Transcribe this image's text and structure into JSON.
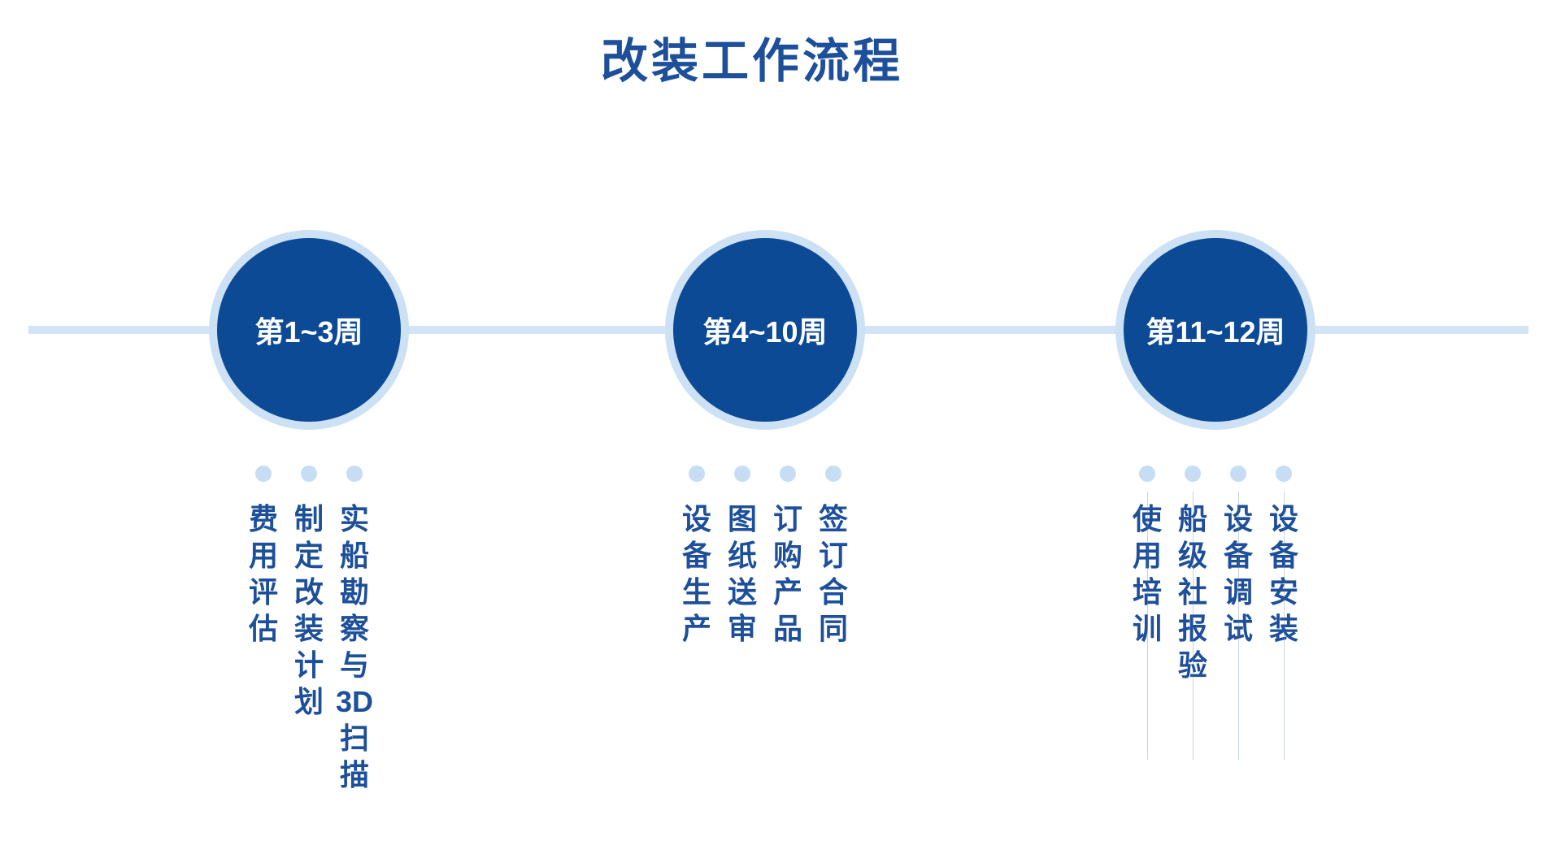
{
  "title": "改装工作流程",
  "colors": {
    "circle_fill": "#0d4a96",
    "text_blue": "#1d4f9a",
    "light_blue": "#cde1f4",
    "dot_blue": "#c6ddf3"
  },
  "stages": [
    {
      "period": "第1~3周",
      "tasks": [
        {
          "label": "实船勘察与3D扫描",
          "cells": [
            "实",
            "船",
            "勘",
            "察",
            "与",
            "3D",
            "扫",
            "描"
          ]
        },
        {
          "label": "制定改装计划",
          "cells": [
            "制",
            "定",
            "改",
            "装",
            "计",
            "划"
          ]
        },
        {
          "label": "费用评估",
          "cells": [
            "费",
            "用",
            "评",
            "估"
          ]
        }
      ]
    },
    {
      "period": "第4~10周",
      "tasks": [
        {
          "label": "签订合同",
          "cells": [
            "签",
            "订",
            "合",
            "同"
          ]
        },
        {
          "label": "订购产品",
          "cells": [
            "订",
            "购",
            "产",
            "品"
          ]
        },
        {
          "label": "图纸送审",
          "cells": [
            "图",
            "纸",
            "送",
            "审"
          ]
        },
        {
          "label": "设备生产",
          "cells": [
            "设",
            "备",
            "生",
            "产"
          ]
        }
      ]
    },
    {
      "period": "第11~12周",
      "tasks": [
        {
          "label": "设备安装",
          "cells": [
            "设",
            "备",
            "安",
            "装"
          ]
        },
        {
          "label": "设备调试",
          "cells": [
            "设",
            "备",
            "调",
            "试"
          ]
        },
        {
          "label": "船级社报验",
          "cells": [
            "船",
            "级",
            "社",
            "报",
            "验"
          ]
        },
        {
          "label": "使用培训",
          "cells": [
            "使",
            "用",
            "培",
            "训"
          ]
        }
      ]
    }
  ]
}
